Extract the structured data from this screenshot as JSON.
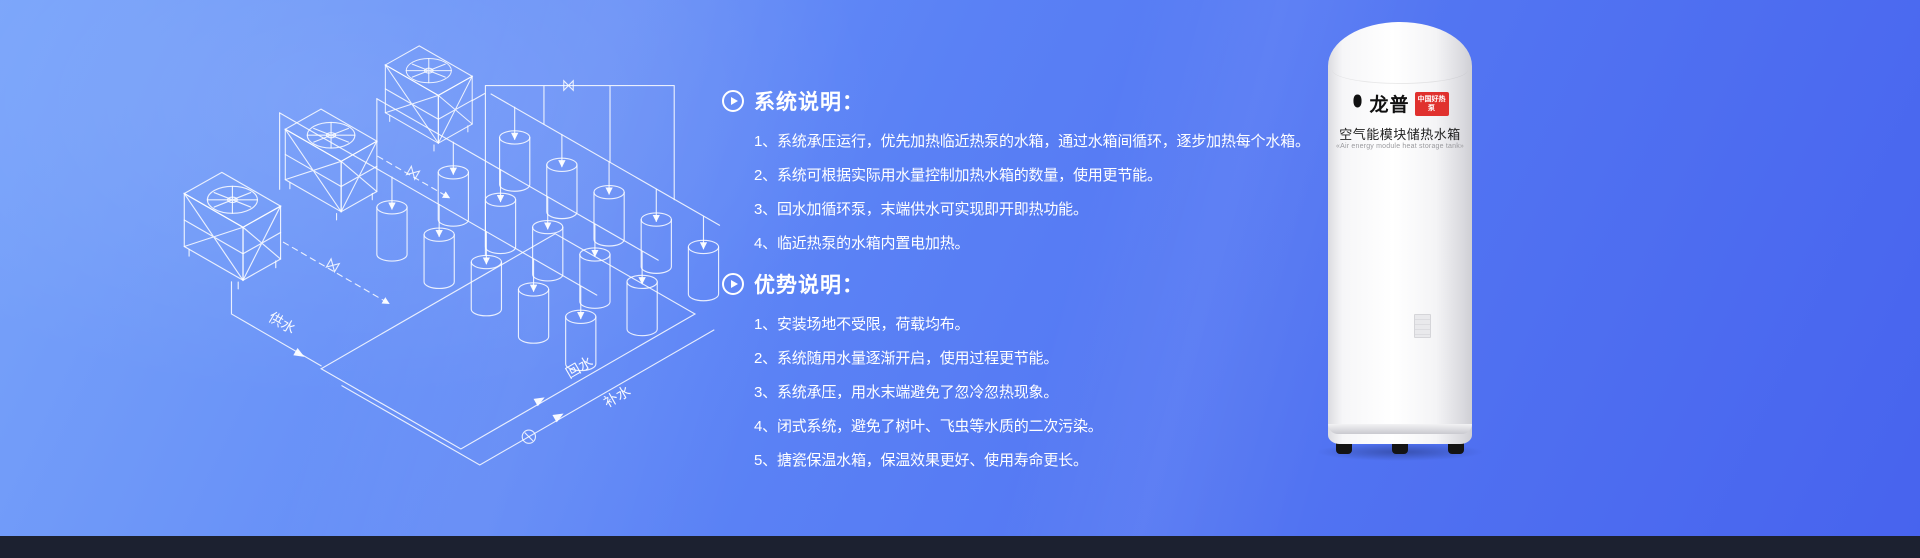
{
  "sections": [
    {
      "title": "系统说明：",
      "items": [
        "1、系统承压运行，优先加热临近热泵的水箱，通过水箱间循环，逐步加热每个水箱。",
        "2、系统可根据实际用水量控制加热水箱的数量，使用更节能。",
        "3、回水加循环泵，末端供水可实现即开即热功能。",
        "4、临近热泵的水箱内置电加热。"
      ]
    },
    {
      "title": "优势说明：",
      "items": [
        "1、安装场地不受限，荷载均布。",
        "2、系统随用水量逐渐开启，使用过程更节能。",
        "3、系统承压，用水末端避免了忽冷忽热现象。",
        "4、闭式系统，避免了树叶、飞虫等水质的二次污染。",
        "5、搪瓷保温水箱，保温效果更好、使用寿命更长。"
      ]
    }
  ],
  "diagram": {
    "labels": {
      "supply": "供水",
      "return": "回水",
      "makeup": "补水"
    }
  },
  "product": {
    "brand": "龙普",
    "badge": "中国好热泵",
    "name": "空气能模块储热水箱",
    "name_en": "«Air energy module heat storage tank»"
  },
  "colors": {
    "background_top": "#79a4fa",
    "background_bottom": "#4763ee",
    "footer_bar": "#1c2130",
    "badge_red": "#e0312e"
  }
}
